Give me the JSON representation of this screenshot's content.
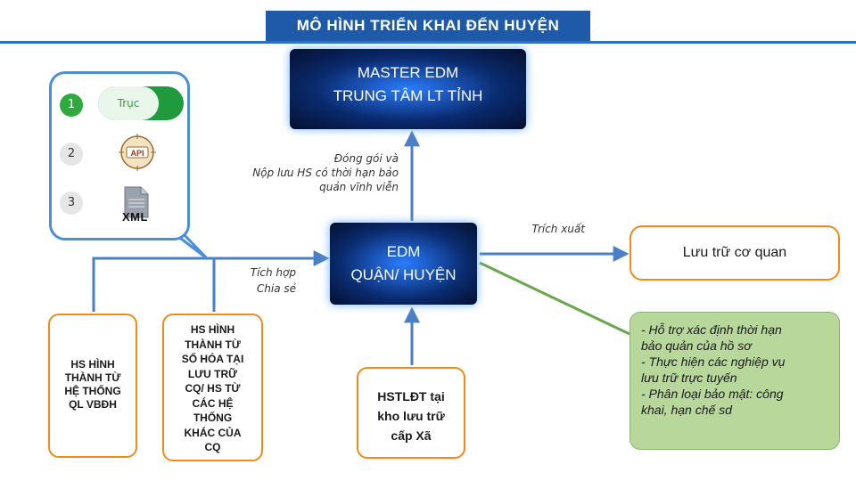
{
  "header": {
    "title": "MÔ HÌNH TRIỂN KHAI ĐẾN HUYỆN"
  },
  "callout": {
    "items": [
      {
        "number": "1",
        "label": "Trục"
      },
      {
        "number": "2",
        "icon": "api-icon",
        "icon_text": "API"
      },
      {
        "number": "3",
        "icon": "xml-file-icon",
        "label": "XML"
      }
    ]
  },
  "master": {
    "line1": "MASTER EDM",
    "line2": "TRUNG TÂM LT TỈNH"
  },
  "edm": {
    "line1": "EDM",
    "line2": "QUẬN/ HUYỆN"
  },
  "labels": {
    "dong_goi": [
      "Đóng gói và",
      "Nộp lưu HS có thời hạn bảo",
      "quản vĩnh viễn"
    ],
    "trich_xuat": "Trích xuất",
    "tich_hop": [
      "Tích hợp",
      "Chia sẻ"
    ]
  },
  "boxes": {
    "hs_vbdh": [
      "HS HÌNH",
      "THÀNH TỪ",
      "HỆ THỐNG",
      "QL VBĐH"
    ],
    "hs_so_hoa": [
      "HS HÌNH",
      "THÀNH TỪ",
      "SỐ HÓA TẠI",
      "LƯU TRỮ",
      "CQ/ HS TỪ",
      "CÁC HỆ",
      "THỐNG",
      "KHÁC CỦA",
      "CQ"
    ],
    "hstldt": [
      "HSTLĐT tại",
      "kho lưu trữ",
      "cấp Xã"
    ],
    "luu_tru": "Lưu trữ cơ quan",
    "notes": [
      "- Hỗ trợ xác định thời hạn",
      "bảo quản của hồ sơ",
      "- Thực hiện các nghiệp vụ",
      "lưu trữ trực tuyến",
      "- Phân loại bảo mật: công",
      "khai, hạn chế sd"
    ]
  },
  "colors": {
    "accent_blue": "#1e5aa8",
    "arrow_blue": "#4a7fc8",
    "orange": "#f08a1c",
    "green_fill": "#b7d89a",
    "green_line": "#6aa84f"
  }
}
